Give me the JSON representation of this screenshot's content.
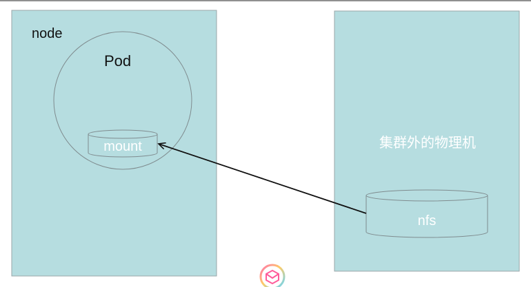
{
  "colors": {
    "box_fill": "#B6DDE0",
    "box_stroke": "#9AA6A8",
    "outline": "#7F8B8E",
    "arrow": "#111111",
    "white_text": "#FFFFFF",
    "dark_text": "#111111",
    "top_rule": "#222222"
  },
  "node": {
    "label": "node"
  },
  "pod": {
    "label": "Pod"
  },
  "mount": {
    "label": "mount"
  },
  "external_machine": {
    "label": "集群外的物理机"
  },
  "nfs": {
    "label": "nfs"
  },
  "watermark": {
    "icon": "logo-icon"
  }
}
